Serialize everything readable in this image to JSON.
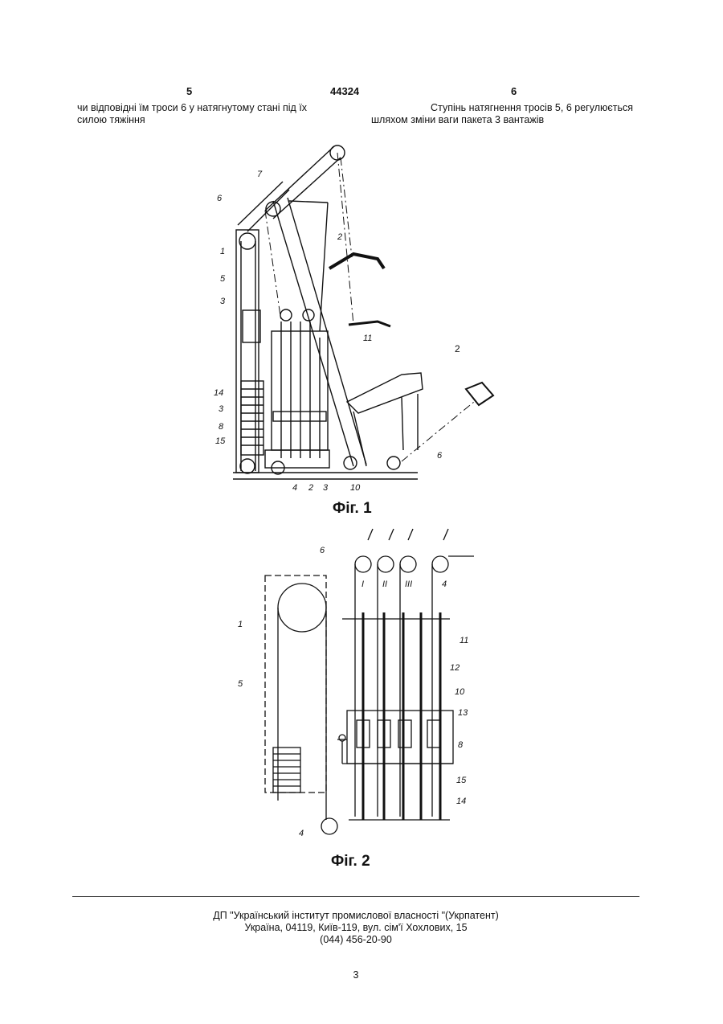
{
  "header": {
    "left_col_page": "5",
    "patent_number": "44324",
    "right_col_page": "6"
  },
  "text": {
    "left_line1": "чи відповідні їм троси 6 у натягнутому стані під їх",
    "left_line2": "силою тяжіння",
    "right_line1": "Ступінь  натягнення  тросів  5,  6  регулюється",
    "right_line2": "шляхом зміни ваги пакета 3 вантажів"
  },
  "figure1": {
    "caption": "Фіг. 1",
    "labels": {
      "l7": "7",
      "l6": "6",
      "l1": "1",
      "l5": "5",
      "l3a": "3",
      "l2top": "2",
      "l11": "11",
      "l2right": "2",
      "l14": "14",
      "l3b": "3",
      "l8": "8",
      "l15": "15",
      "l4": "4",
      "l2b": "2",
      "l3c": "3",
      "l10": "10",
      "l6b": "6"
    }
  },
  "figure2": {
    "caption": "Фіг. 2",
    "labels": {
      "l6": "6",
      "r1": "I",
      "r2": "II",
      "r3": "III",
      "r4": "4",
      "l1": "1",
      "l5": "5",
      "l4": "4",
      "l11": "11",
      "l12": "12",
      "l10": "10",
      "l13": "13",
      "l8": "8",
      "l15": "15",
      "l14": "14"
    }
  },
  "footer": {
    "line1": "ДП \"Український інститут промислової власності \"(Укрпатент)",
    "line2": "Україна, 04119, Київ-119, вул. сім'ї Хохлових, 15",
    "line3": "(044) 456-20-90",
    "page_number": "3"
  }
}
